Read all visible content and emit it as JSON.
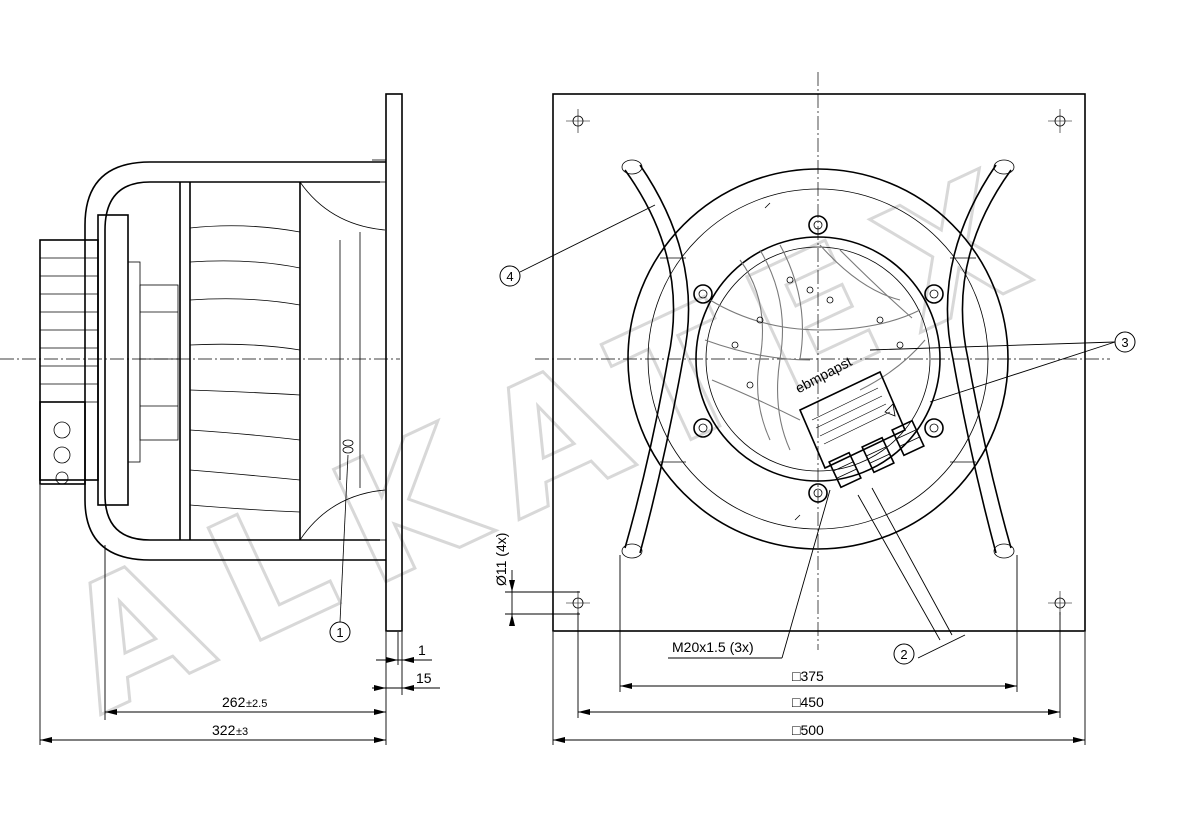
{
  "drawing": {
    "watermark": "ALKATEX",
    "brand_text": "ebmpapst",
    "dimensions": {
      "width_322": "322",
      "width_322_tol": "±3",
      "width_262": "262",
      "width_262_tol": "±2.5",
      "flange_15": "15",
      "flange_1": "1",
      "hole_dia": "Ø11 (4x)",
      "square_375": "□375",
      "square_450": "□450",
      "square_500": "□500",
      "cable_gland": "M20x1.5 (3x)"
    },
    "balloons": [
      "1",
      "2",
      "3",
      "4"
    ]
  }
}
